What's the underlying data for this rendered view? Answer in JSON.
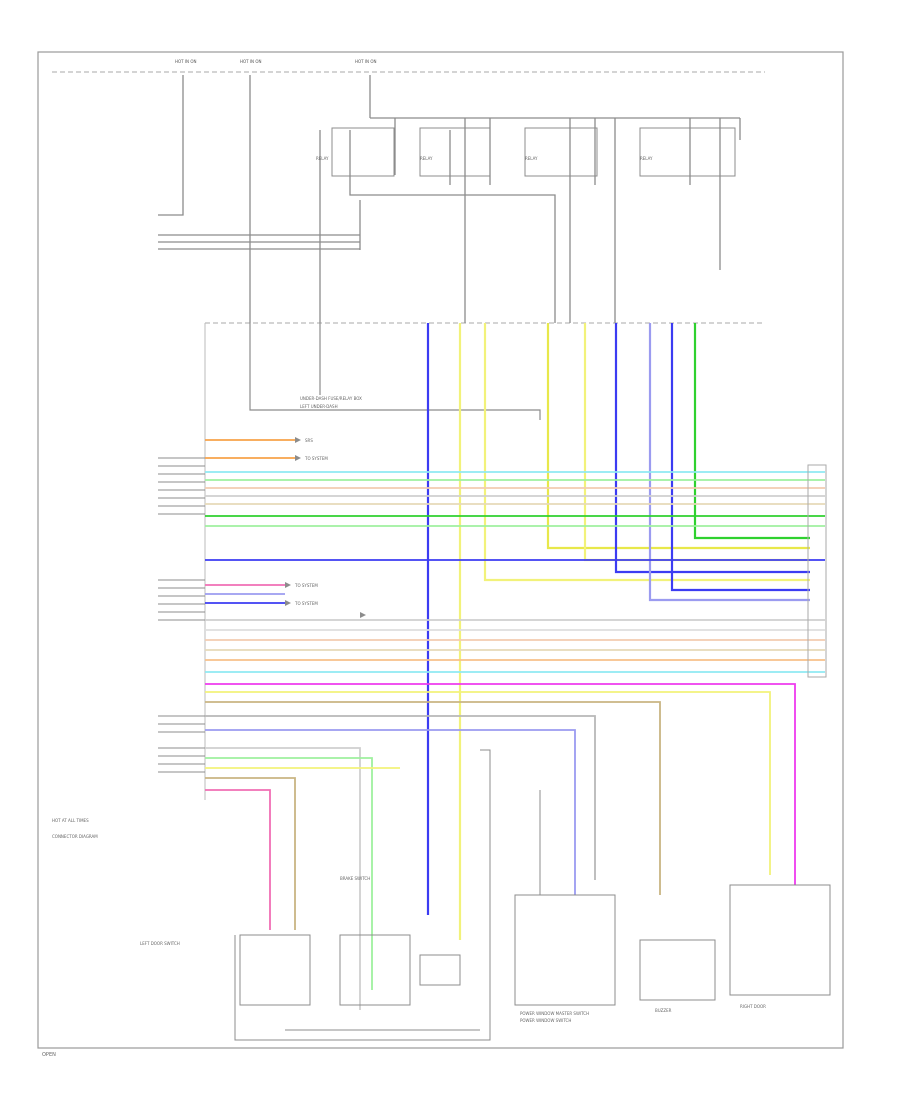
{
  "colors": {
    "frame": "#9a9a9a",
    "wire": "#8c8c8c",
    "orange": "#f7a24a",
    "cyan": "#8fe9f2",
    "lightgreen": "#9ff09f",
    "green": "#2fd12f",
    "blue": "#3c3cf2",
    "violet": "#9b9bf0",
    "pink": "#f06eb4",
    "magenta": "#ee3bee",
    "yellow": "#f2f27a",
    "brightyellow": "#e8e84a",
    "tan": "#c9b583",
    "peach": "#f2ccb0",
    "grey": "#b8b8b8"
  },
  "labels": {
    "hot_at_all_times": "HOT AT ALL TIMES",
    "fuse_box_top_a": "HOT IN ON",
    "fuse_box_top_b": "HOT IN ON",
    "fuse_box_top_c": "HOT IN ON",
    "relay_a": "RELAY",
    "relay_b": "RELAY",
    "relay_c": "RELAY",
    "relay_d": "RELAY",
    "junction_block": "UNDER-DASH FUSE/RELAY BOX",
    "left_under_dash": "LEFT UNDER-DASH",
    "to_system_a": "SRS",
    "to_system_b": "TO SYSTEM",
    "to_system_c": "TO SYSTEM",
    "to_system_d": "TO SYSTEM",
    "left_panel_note": "CONNECTOR DIAGRAM",
    "left_door_switch": "LEFT DOOR SWITCH",
    "brake_switch": "BRAKE SWITCH",
    "power_window_master": "POWER WINDOW MASTER SWITCH",
    "power_window_left": "POWER WINDOW SWITCH",
    "buzzer": "BUZZER",
    "right_door": "RIGHT DOOR",
    "footer": "OPEN"
  }
}
